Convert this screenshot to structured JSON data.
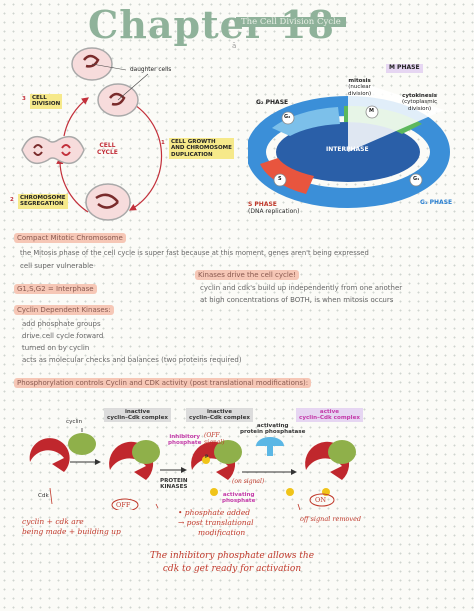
{
  "header": {
    "title": "Chapter 18",
    "subtitle": "The Cell Division Cycle",
    "page_mark": "ā"
  },
  "cycle_diagram": {
    "daughter_cells": "daughter cells",
    "step3_num": "3",
    "step3_label_1": "CELL",
    "step3_label_2": "DIVISION",
    "step1_num": "1",
    "step1_label_1": "CELL GROWTH",
    "step1_label_2": "AND CHROMOSOME",
    "step1_label_3": "DUPLICATION",
    "step2_num": "2",
    "step2_label_1": "CHROMOSOME",
    "step2_label_2": "SEGREGATION",
    "center_label_1": "CELL",
    "center_label_2": "CYCLE"
  },
  "phase_diagram": {
    "m_phase": "M PHASE",
    "mitosis_1": "mitosis",
    "mitosis_2": "(nuclear",
    "mitosis_3": "division)",
    "cytokinesis_1": "cytokinesis",
    "cytokinesis_2": "(cytoplasmic",
    "cytokinesis_3": "division)",
    "g2_phase": "G₂ PHASE",
    "g2_short": "G₂",
    "m_short": "M",
    "interphase": "INTERPHASE",
    "s_short": "S",
    "g1_short": "G₁",
    "s_phase": "S PHASE",
    "s_phase_sub": "(DNA replication)",
    "g1_phase": "G₁ PHASE"
  },
  "notes": {
    "compact_heading": "Compact Mitotic Chromosome",
    "compact_line1": "the Mitosis phase of the cell cycle is super fast because at this moment, genes aren't being expressed",
    "compact_line2": "cell super vulnerable",
    "interphase_heading": "G1,S,G2 = Interphase",
    "kinases_heading": "Kinases drive the cell cycle!",
    "kinases_line1": "cyclin and cdk's build up independently from one another",
    "kinases_line2": "at high concentrations of BOTH, is when mitosis occurs",
    "cdk_heading": "Cyclin Dependent Kinases:",
    "cdk_items": [
      "add phosphate groups",
      "drive cell cycle forward",
      "turned on by cyclin",
      "acts as molecular checks and balances (two proteins required)"
    ],
    "phosphorylation_heading": "Phosphorylation controls Cyclin and CDK activity (post translational modifications):"
  },
  "activation_diagram": {
    "cyclin": "cyclin",
    "cdk": "Cdk",
    "inactive1_1": "inactive",
    "inactive1_2": "cyclin–Cdk complex",
    "inactive2_1": "inactive",
    "inactive2_2": "cyclin–Cdk complex",
    "activating_pp_1": "activating",
    "activating_pp_2": "protein phosphatase",
    "active_1": "active",
    "active_2": "cyclin–Cdk complex",
    "inhibitory_1": "inhibitory",
    "inhibitory_2": "phosphate",
    "off_signal_1": "(OFF",
    "off_signal_2": "signal)",
    "protein_kinases_1": "PROTEIN",
    "protein_kinases_2": "KINASES",
    "activating_phosphate_1": "activating",
    "activating_phosphate_2": "phosphate",
    "on_signal": "(on signal)",
    "off_badge": "OFF",
    "on_badge": "ON",
    "p_symbol": "P",
    "note_cyclin_cdk_1": "cyclin + cdk are",
    "note_cyclin_cdk_2": "being made + building up",
    "note_phosphate_1": "• phosphate added",
    "note_phosphate_2": "→ post translational",
    "note_phosphate_3": "modification",
    "note_off_removed": "off signal removed",
    "conclusion_1": "The inhibitory phosphate allows the",
    "conclusion_2": "cdk to get ready for activation"
  },
  "colors": {
    "title_green": "#8fb29a",
    "highlight_yellow": "#f6e98a",
    "highlight_pink": "#f6c7b6",
    "highlight_purple": "#e6d6f2",
    "cdk_red": "#c0272d",
    "cyclin_green": "#8fb04a",
    "note_red": "#c0392b",
    "interphase_blue": "#2a7fd0",
    "m_phase_green": "#5cb85c",
    "s_phase_red": "#e8553e"
  }
}
